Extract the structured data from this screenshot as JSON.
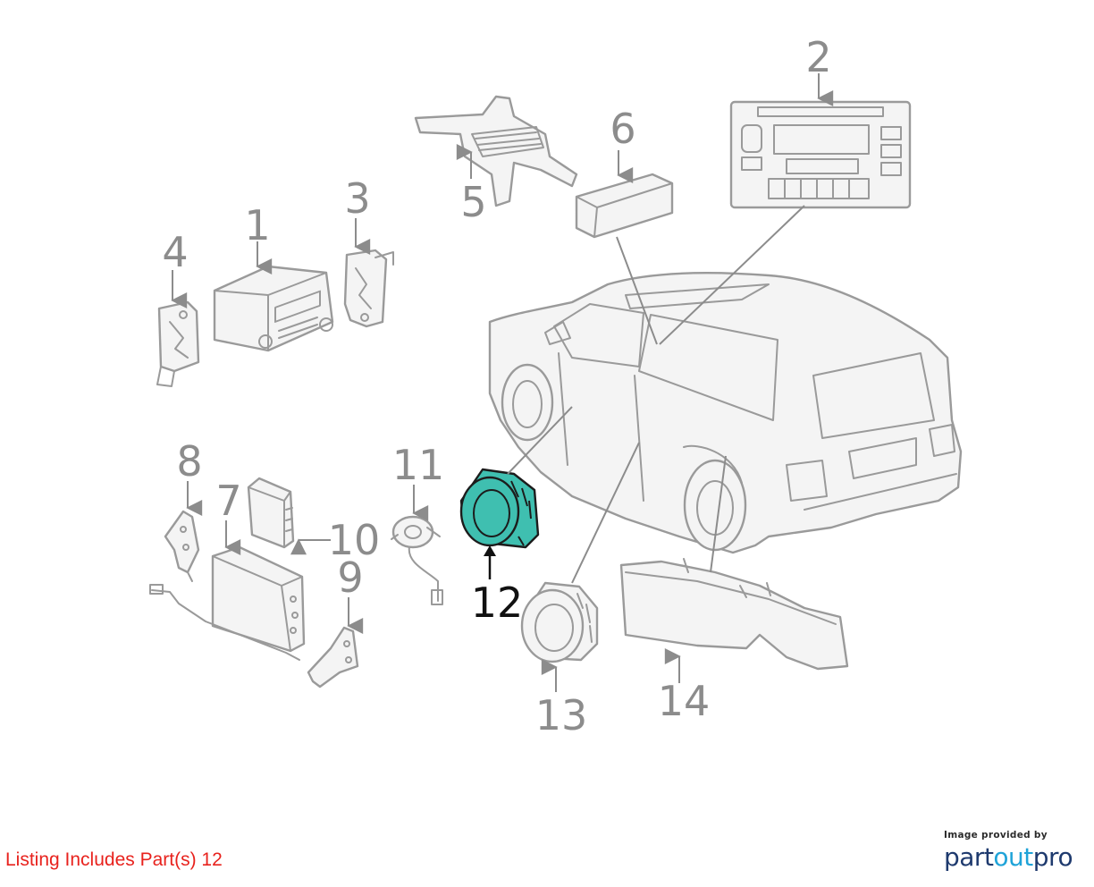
{
  "diagram": {
    "callouts": [
      "1",
      "2",
      "3",
      "4",
      "5",
      "6",
      "7",
      "8",
      "9",
      "10",
      "11",
      "12",
      "13",
      "14"
    ],
    "highlighted_part": "12",
    "highlight_color": "#3fbfb0"
  },
  "footer": {
    "listing_text": "Listing Includes Part(s) 12",
    "listing_color": "#e8221d",
    "credit_line": "Image provided by",
    "brand_part1": "part",
    "brand_part2": "out",
    "brand_part3": "pro"
  }
}
